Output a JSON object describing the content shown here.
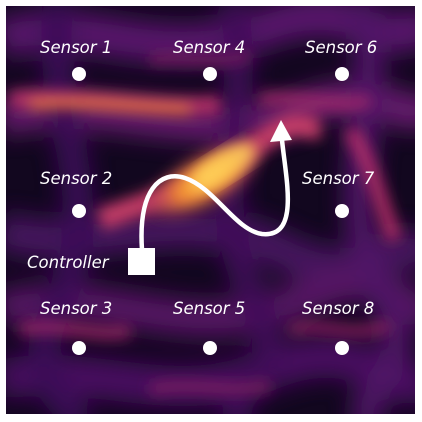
{
  "sensors": [
    {
      "label": "Sensor 1"
    },
    {
      "label": "Sensor 4"
    },
    {
      "label": "Sensor 6"
    },
    {
      "label": "Sensor 2"
    },
    {
      "label": "Sensor 7"
    },
    {
      "label": "Sensor 3"
    },
    {
      "label": "Sensor 5"
    },
    {
      "label": "Sensor 8"
    }
  ],
  "controller": {
    "label": "Controller"
  },
  "colors": {
    "background": "#0b0418",
    "field_dark": "#3a0d5e",
    "field_mid": "#a3286a",
    "field_hot": "#e8592f",
    "field_peak": "#fbb33e",
    "marker": "#ffffff"
  },
  "icons": {
    "sensor": "circle-dot-icon",
    "controller": "square-icon",
    "path": "curved-arrow-icon"
  }
}
